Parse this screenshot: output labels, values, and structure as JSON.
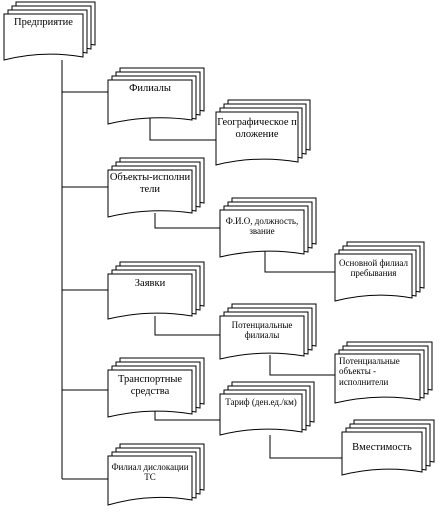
{
  "nodes": {
    "enterprise": "Предприятие",
    "branches": "Филиалы",
    "geo": "Географическое положение",
    "executors": "Объекты-исполнители",
    "fio": "Ф.И.О, должность, звание",
    "main_branch": "Основной филиал пребывания",
    "requests": "Заявки",
    "potential_branches": "Потенциальные филиалы",
    "potential_executors": "Потенциальные объекты - исполнители",
    "vehicles": "Транспортные средства",
    "tariff": "Тариф (ден.ед./км)",
    "capacity": "Вместимость",
    "dislocation_branch": "Филиал дислокации ТС"
  }
}
